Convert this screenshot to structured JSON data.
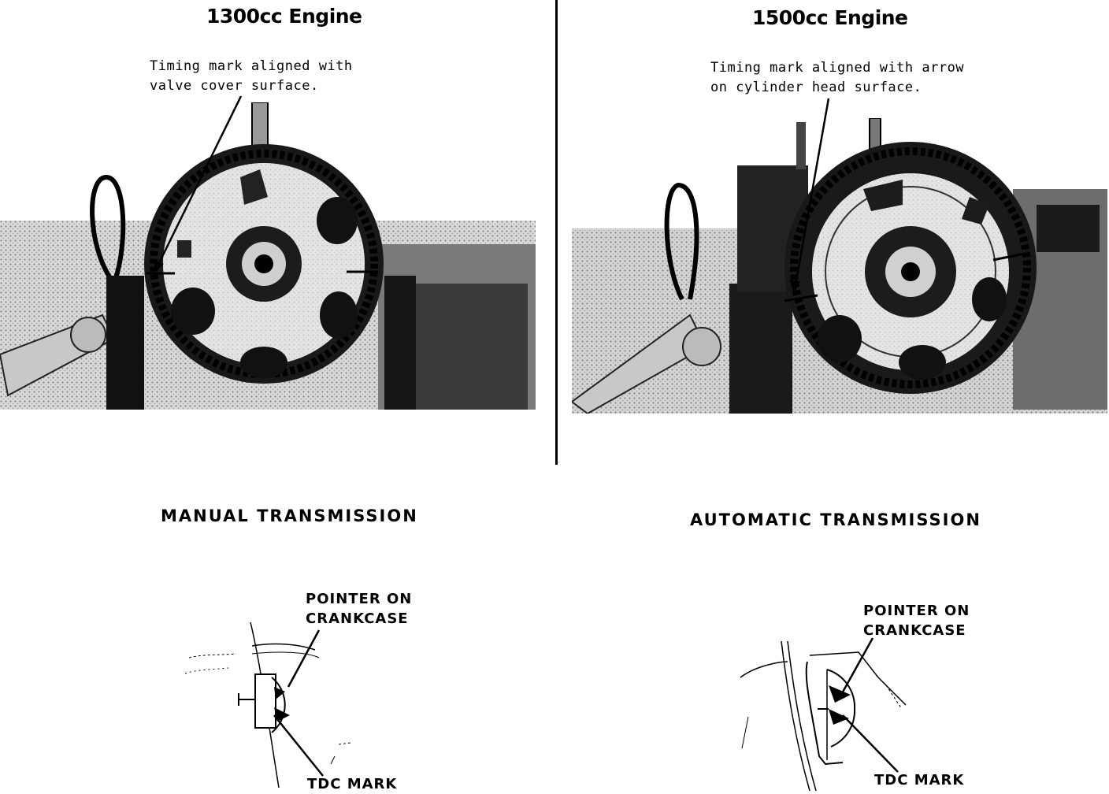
{
  "left_panel": {
    "title": "1300cc Engine",
    "caption": "Timing mark aligned with\nvalve cover surface.",
    "transmission_heading": "MANUAL  TRANSMISSION",
    "pointer_label": "POINTER ON\nCRANKCASE",
    "tdc_label": "TDC MARK"
  },
  "right_panel": {
    "title": "1500cc Engine",
    "caption": "Timing mark aligned with arrow\non cylinder head surface.",
    "transmission_heading": "AUTOMATIC  TRANSMISSION",
    "pointer_label": "POINTER ON\nCRANKCASE",
    "tdc_label": "TDC MARK"
  },
  "colors": {
    "ink": "#000000",
    "photo_mid": "#8a8a8a",
    "photo_light": "#d8d8d8",
    "paper": "#ffffff"
  }
}
